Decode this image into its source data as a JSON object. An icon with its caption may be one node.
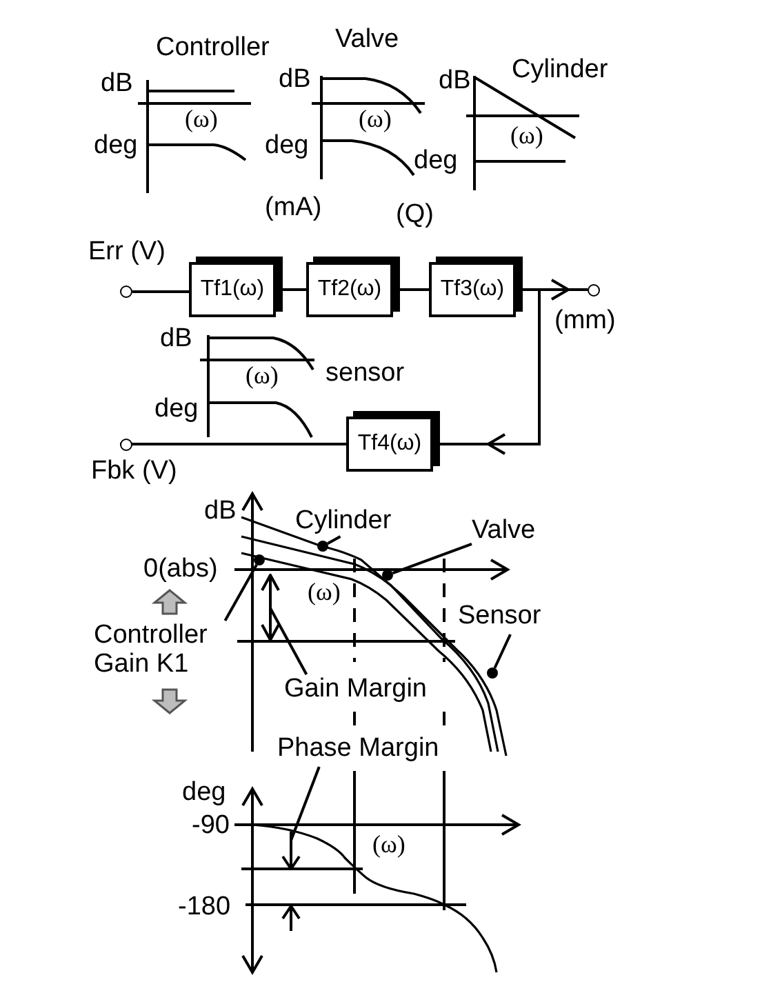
{
  "diagram": {
    "nodes": [
      {
        "text": [
          "Tf1(ω)"
        ]
      },
      {
        "text": [
          "Tf2(ω)"
        ]
      },
      {
        "text": [
          "Tf3(ω)"
        ]
      },
      {
        "text": [
          "Tf4(ω)"
        ]
      },
      {
        "text": [],
        "shape": "circle",
        "beside": [
          "Err (V)"
        ]
      },
      {
        "text": [],
        "shape": "circle",
        "beside": [
          "(mm)"
        ]
      },
      {
        "text": [],
        "shape": "circle",
        "beside": [
          "Fbk (V)"
        ]
      },
      {
        "text": [
          "Cylinder"
        ]
      },
      {
        "text": [
          "Valve"
        ]
      },
      {
        "text": [
          "Sensor"
        ]
      },
      {
        "text": [
          "Controller Gain K1"
        ]
      },
      {
        "text": [
          "Gain Margin"
        ]
      },
      {
        "text": [
          "Phase Margin"
        ]
      },
      {
        "text": [],
        "shape": "arrow"
      },
      {
        "text": [],
        "shape": "arrow"
      },
      {
        "text": [],
        "shape": "circle"
      },
      {
        "text": [],
        "shape": "circle"
      },
      {
        "text": [],
        "shape": "circle"
      },
      {
        "text": [],
        "shape": "circle"
      }
    ],
    "edges": [
      {
        "from": 4,
        "to": 0,
        "arrow": "none"
      },
      {
        "from": 0,
        "to": 1,
        "arrow": "none"
      },
      {
        "from": 1,
        "to": 2,
        "arrow": "none"
      },
      {
        "from": 2,
        "to": 5,
        "arrow": "to"
      },
      {
        "from": 2,
        "to": 3,
        "arrow": "to"
      },
      {
        "from": 3,
        "to": 6,
        "arrow": "none"
      },
      {
        "from": 7,
        "to": 16,
        "arrow": "none"
      },
      {
        "from": 8,
        "to": 17,
        "arrow": "none"
      },
      {
        "from": 9,
        "to": 18,
        "arrow": "none"
      },
      {
        "from": 10,
        "to": 15,
        "arrow": "none"
      },
      {
        "from": 11,
        "to": 13,
        "arrow": "none"
      },
      {
        "from": 12,
        "to": 14,
        "arrow": "none"
      }
    ],
    "labels": [
      "Controller",
      "Valve",
      "Cylinder",
      "dB",
      "dB",
      "dB",
      "(ω)",
      "(ω)",
      "deg",
      "deg",
      "(ω)",
      "deg",
      "(mA)",
      "(Q)",
      "dB",
      "sensor",
      "(ω)",
      "deg",
      "dB",
      "0(abs)",
      "(ω)",
      "deg",
      "-90",
      "(ω)",
      "-180"
    ]
  }
}
